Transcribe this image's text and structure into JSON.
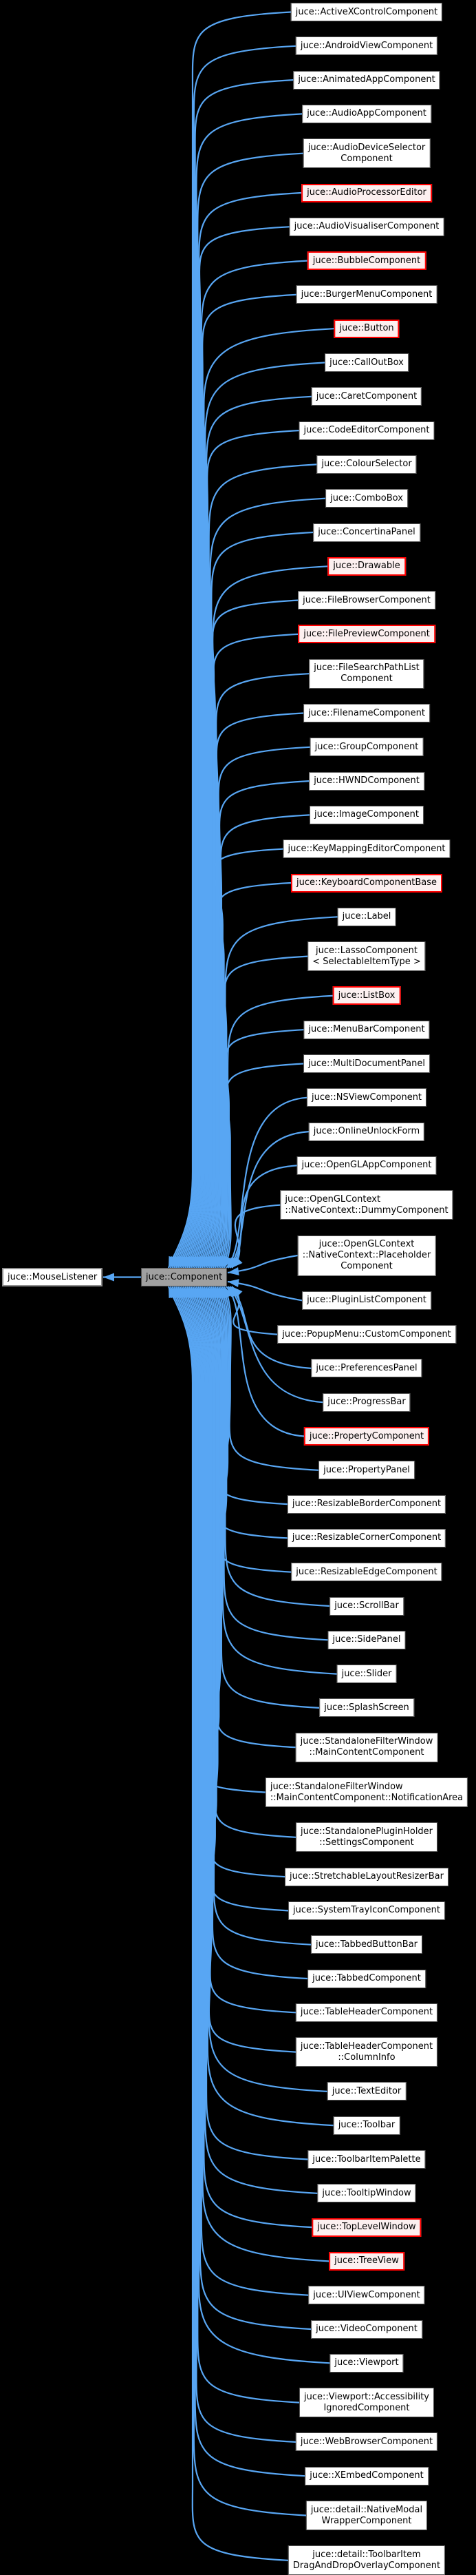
{
  "diagram": {
    "colors": {
      "background": "#000000",
      "edge": "#58a6f3",
      "node_fill": "#ffffff",
      "node_border": "#565656",
      "highlight_border": "#ff0000",
      "highlight_fill": "#fcf0f0",
      "center_fill": "#a0a0a0",
      "text": "#000000"
    },
    "base_node": {
      "label": "juce::MouseListener"
    },
    "center_node": {
      "label": "juce::Component"
    },
    "derived_nodes": [
      {
        "label": "juce::ActiveXControlComponent",
        "lines": [
          "juce::ActiveXControlComponent"
        ],
        "highlight": false
      },
      {
        "label": "juce::AndroidViewComponent",
        "lines": [
          "juce::AndroidViewComponent"
        ],
        "highlight": false
      },
      {
        "label": "juce::AnimatedAppComponent",
        "lines": [
          "juce::AnimatedAppComponent"
        ],
        "highlight": false
      },
      {
        "label": "juce::AudioAppComponent",
        "lines": [
          "juce::AudioAppComponent"
        ],
        "highlight": false
      },
      {
        "label": "juce::AudioDeviceSelectorComponent",
        "lines": [
          "juce::AudioDeviceSelector",
          "Component"
        ],
        "highlight": false
      },
      {
        "label": "juce::AudioProcessorEditor",
        "lines": [
          "juce::AudioProcessorEditor"
        ],
        "highlight": true
      },
      {
        "label": "juce::AudioVisualiserComponent",
        "lines": [
          "juce::AudioVisualiserComponent"
        ],
        "highlight": false
      },
      {
        "label": "juce::BubbleComponent",
        "lines": [
          "juce::BubbleComponent"
        ],
        "highlight": true
      },
      {
        "label": "juce::BurgerMenuComponent",
        "lines": [
          "juce::BurgerMenuComponent"
        ],
        "highlight": false
      },
      {
        "label": "juce::Button",
        "lines": [
          "juce::Button"
        ],
        "highlight": true
      },
      {
        "label": "juce::CallOutBox",
        "lines": [
          "juce::CallOutBox"
        ],
        "highlight": false
      },
      {
        "label": "juce::CaretComponent",
        "lines": [
          "juce::CaretComponent"
        ],
        "highlight": false
      },
      {
        "label": "juce::CodeEditorComponent",
        "lines": [
          "juce::CodeEditorComponent"
        ],
        "highlight": false
      },
      {
        "label": "juce::ColourSelector",
        "lines": [
          "juce::ColourSelector"
        ],
        "highlight": false
      },
      {
        "label": "juce::ComboBox",
        "lines": [
          "juce::ComboBox"
        ],
        "highlight": false
      },
      {
        "label": "juce::ConcertinaPanel",
        "lines": [
          "juce::ConcertinaPanel"
        ],
        "highlight": false
      },
      {
        "label": "juce::Drawable",
        "lines": [
          "juce::Drawable"
        ],
        "highlight": true
      },
      {
        "label": "juce::FileBrowserComponent",
        "lines": [
          "juce::FileBrowserComponent"
        ],
        "highlight": false
      },
      {
        "label": "juce::FilePreviewComponent",
        "lines": [
          "juce::FilePreviewComponent"
        ],
        "highlight": true
      },
      {
        "label": "juce::FileSearchPathListComponent",
        "lines": [
          "juce::FileSearchPathList",
          "Component"
        ],
        "highlight": false
      },
      {
        "label": "juce::FilenameComponent",
        "lines": [
          "juce::FilenameComponent"
        ],
        "highlight": false
      },
      {
        "label": "juce::GroupComponent",
        "lines": [
          "juce::GroupComponent"
        ],
        "highlight": false
      },
      {
        "label": "juce::HWNDComponent",
        "lines": [
          "juce::HWNDComponent"
        ],
        "highlight": false
      },
      {
        "label": "juce::ImageComponent",
        "lines": [
          "juce::ImageComponent"
        ],
        "highlight": false
      },
      {
        "label": "juce::KeyMappingEditorComponent",
        "lines": [
          "juce::KeyMappingEditorComponent"
        ],
        "highlight": false
      },
      {
        "label": "juce::KeyboardComponentBase",
        "lines": [
          "juce::KeyboardComponentBase"
        ],
        "highlight": true
      },
      {
        "label": "juce::Label",
        "lines": [
          "juce::Label"
        ],
        "highlight": false
      },
      {
        "label": "juce::LassoComponent< SelectableItemType >",
        "lines": [
          "juce::LassoComponent",
          "< SelectableItemType >"
        ],
        "highlight": false
      },
      {
        "label": "juce::ListBox",
        "lines": [
          "juce::ListBox"
        ],
        "highlight": true
      },
      {
        "label": "juce::MenuBarComponent",
        "lines": [
          "juce::MenuBarComponent"
        ],
        "highlight": false
      },
      {
        "label": "juce::MultiDocumentPanel",
        "lines": [
          "juce::MultiDocumentPanel"
        ],
        "highlight": false
      },
      {
        "label": "juce::NSViewComponent",
        "lines": [
          "juce::NSViewComponent"
        ],
        "highlight": false
      },
      {
        "label": "juce::OnlineUnlockForm",
        "lines": [
          "juce::OnlineUnlockForm"
        ],
        "highlight": false
      },
      {
        "label": "juce::OpenGLAppComponent",
        "lines": [
          "juce::OpenGLAppComponent"
        ],
        "highlight": false
      },
      {
        "label": "juce::OpenGLContext::NativeContext::DummyComponent",
        "lines": [
          "juce::OpenGLContext",
          "::NativeContext::DummyComponent"
        ],
        "highlight": false,
        "align": "left"
      },
      {
        "label": "juce::OpenGLContext::NativeContext::PlaceholderComponent",
        "lines": [
          "juce::OpenGLContext",
          "::NativeContext::Placeholder",
          "Component"
        ],
        "highlight": false
      },
      {
        "label": "juce::PluginListComponent",
        "lines": [
          "juce::PluginListComponent"
        ],
        "highlight": false
      },
      {
        "label": "juce::PopupMenu::CustomComponent",
        "lines": [
          "juce::PopupMenu::CustomComponent"
        ],
        "highlight": false
      },
      {
        "label": "juce::PreferencesPanel",
        "lines": [
          "juce::PreferencesPanel"
        ],
        "highlight": false
      },
      {
        "label": "juce::ProgressBar",
        "lines": [
          "juce::ProgressBar"
        ],
        "highlight": false
      },
      {
        "label": "juce::PropertyComponent",
        "lines": [
          "juce::PropertyComponent"
        ],
        "highlight": true
      },
      {
        "label": "juce::PropertyPanel",
        "lines": [
          "juce::PropertyPanel"
        ],
        "highlight": false
      },
      {
        "label": "juce::ResizableBorderComponent",
        "lines": [
          "juce::ResizableBorderComponent"
        ],
        "highlight": false
      },
      {
        "label": "juce::ResizableCornerComponent",
        "lines": [
          "juce::ResizableCornerComponent"
        ],
        "highlight": false
      },
      {
        "label": "juce::ResizableEdgeComponent",
        "lines": [
          "juce::ResizableEdgeComponent"
        ],
        "highlight": false
      },
      {
        "label": "juce::ScrollBar",
        "lines": [
          "juce::ScrollBar"
        ],
        "highlight": false
      },
      {
        "label": "juce::SidePanel",
        "lines": [
          "juce::SidePanel"
        ],
        "highlight": false
      },
      {
        "label": "juce::Slider",
        "lines": [
          "juce::Slider"
        ],
        "highlight": false
      },
      {
        "label": "juce::SplashScreen",
        "lines": [
          "juce::SplashScreen"
        ],
        "highlight": false
      },
      {
        "label": "juce::StandaloneFilterWindow::MainContentComponent",
        "lines": [
          "juce::StandaloneFilterWindow",
          "::MainContentComponent"
        ],
        "highlight": false
      },
      {
        "label": "juce::StandaloneFilterWindow::MainContentComponent::NotificationArea",
        "lines": [
          "juce::StandaloneFilterWindow",
          "::MainContentComponent::NotificationArea"
        ],
        "highlight": false,
        "align": "left"
      },
      {
        "label": "juce::StandalonePluginHolder::SettingsComponent",
        "lines": [
          "juce::StandalonePluginHolder",
          "::SettingsComponent"
        ],
        "highlight": false
      },
      {
        "label": "juce::StretchableLayoutResizerBar",
        "lines": [
          "juce::StretchableLayoutResizerBar"
        ],
        "highlight": false
      },
      {
        "label": "juce::SystemTrayIconComponent",
        "lines": [
          "juce::SystemTrayIconComponent"
        ],
        "highlight": false
      },
      {
        "label": "juce::TabbedButtonBar",
        "lines": [
          "juce::TabbedButtonBar"
        ],
        "highlight": false
      },
      {
        "label": "juce::TabbedComponent",
        "lines": [
          "juce::TabbedComponent"
        ],
        "highlight": false
      },
      {
        "label": "juce::TableHeaderComponent",
        "lines": [
          "juce::TableHeaderComponent"
        ],
        "highlight": false
      },
      {
        "label": "juce::TableHeaderComponent::ColumnInfo",
        "lines": [
          "juce::TableHeaderComponent",
          "::ColumnInfo"
        ],
        "highlight": false
      },
      {
        "label": "juce::TextEditor",
        "lines": [
          "juce::TextEditor"
        ],
        "highlight": false
      },
      {
        "label": "juce::Toolbar",
        "lines": [
          "juce::Toolbar"
        ],
        "highlight": false
      },
      {
        "label": "juce::ToolbarItemPalette",
        "lines": [
          "juce::ToolbarItemPalette"
        ],
        "highlight": false
      },
      {
        "label": "juce::TooltipWindow",
        "lines": [
          "juce::TooltipWindow"
        ],
        "highlight": false
      },
      {
        "label": "juce::TopLevelWindow",
        "lines": [
          "juce::TopLevelWindow"
        ],
        "highlight": true
      },
      {
        "label": "juce::TreeView",
        "lines": [
          "juce::TreeView"
        ],
        "highlight": true
      },
      {
        "label": "juce::UIViewComponent",
        "lines": [
          "juce::UIViewComponent"
        ],
        "highlight": false
      },
      {
        "label": "juce::VideoComponent",
        "lines": [
          "juce::VideoComponent"
        ],
        "highlight": false
      },
      {
        "label": "juce::Viewport",
        "lines": [
          "juce::Viewport"
        ],
        "highlight": false
      },
      {
        "label": "juce::Viewport::AccessibilityIgnoredComponent",
        "lines": [
          "juce::Viewport::Accessibility",
          "IgnoredComponent"
        ],
        "highlight": false
      },
      {
        "label": "juce::WebBrowserComponent",
        "lines": [
          "juce::WebBrowserComponent"
        ],
        "highlight": false
      },
      {
        "label": "juce::XEmbedComponent",
        "lines": [
          "juce::XEmbedComponent"
        ],
        "highlight": false
      },
      {
        "label": "juce::detail::NativeModalWrapperComponent",
        "lines": [
          "juce::detail::NativeModal",
          "WrapperComponent"
        ],
        "highlight": false
      },
      {
        "label": "juce::detail::ToolbarItemDragAndDropOverlayComponent",
        "lines": [
          "juce::detail::ToolbarItem",
          "DragAndDropOverlayComponent"
        ],
        "highlight": false
      }
    ]
  }
}
